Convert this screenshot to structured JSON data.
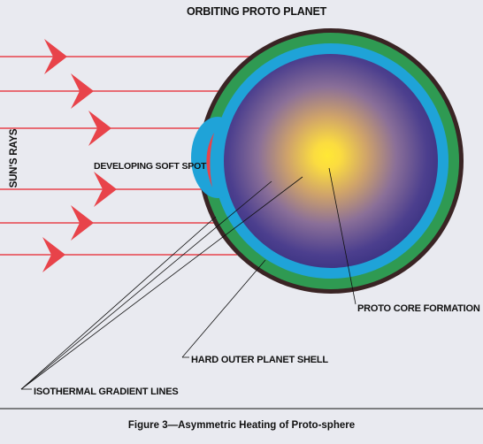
{
  "diagram": {
    "title": "ORBITING PROTO PLANET",
    "labels": {
      "suns_rays": "SUN'S RAYS",
      "soft_spot": "DEVELOPING SOFT SPOT",
      "core": "PROTO CORE FORMATION",
      "shell": "HARD OUTER PLANET SHELL",
      "isotherm": "ISOTHERMAL GRADIENT LINES"
    },
    "caption": "Figure 3—Asymmetric Heating of Proto-sphere"
  },
  "colors": {
    "ray": "#e8434a",
    "shell": "#3a2424",
    "green_ring": "#2f9a52",
    "blue_ring": "#1fa3d8",
    "core_center": "#ffe23a",
    "core_edge": "#2e2a80",
    "soft_spot": "#e8434a",
    "background": "#e9eaf0"
  }
}
